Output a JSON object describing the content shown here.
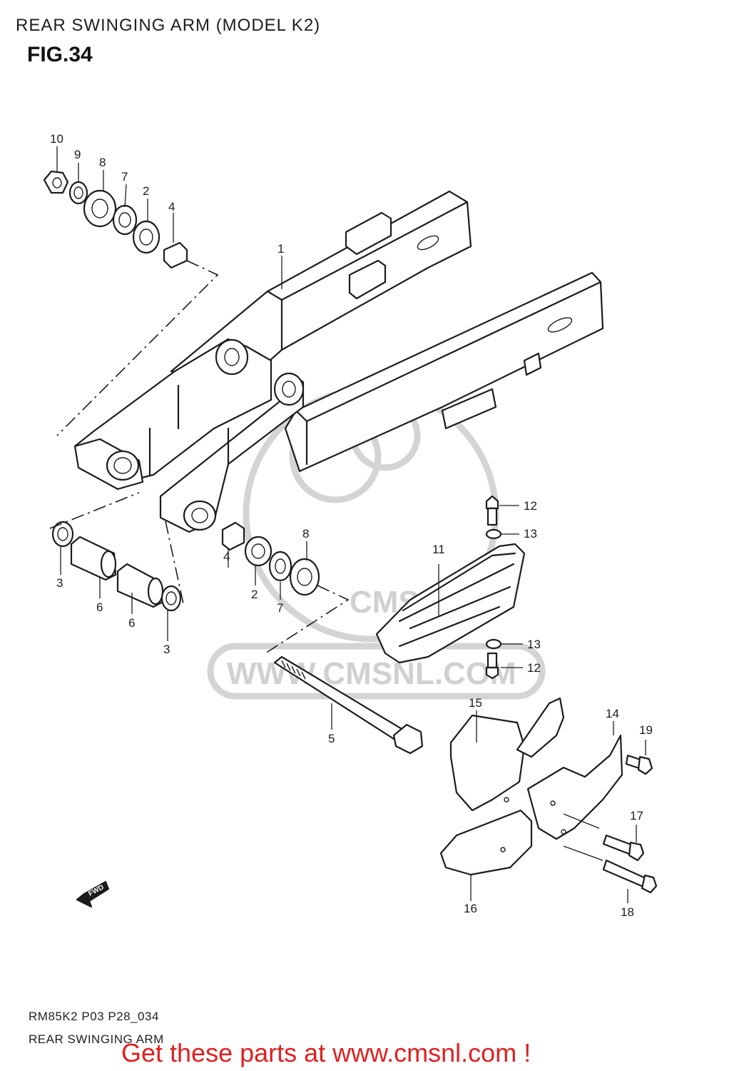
{
  "header": {
    "title": "REAR SWINGING ARM (MODEL K2)",
    "figure": "FIG.34"
  },
  "footer": {
    "model_code": "RM85K2 P03 P28_034",
    "section_name": "REAR SWINGING ARM",
    "promo": "Get these parts at www.cmsnl.com !"
  },
  "watermark": {
    "text": "WWW.CMSNL.COM",
    "logo": "CMS"
  },
  "fwd_label": "FWD",
  "parts": {
    "p1": "1",
    "p2a": "2",
    "p2b": "2",
    "p3a": "3",
    "p3b": "3",
    "p4a": "4",
    "p4b": "4",
    "p5": "5",
    "p6a": "6",
    "p6b": "6",
    "p7a": "7",
    "p7b": "7",
    "p8a": "8",
    "p8b": "8",
    "p9": "9",
    "p10": "10",
    "p11": "11",
    "p12a": "12",
    "p12b": "12",
    "p13a": "13",
    "p13b": "13",
    "p14": "14",
    "p15": "15",
    "p16": "16",
    "p17": "17",
    "p18": "18",
    "p19": "19"
  },
  "colors": {
    "promo": "#e02020",
    "line": "#1c1c1c",
    "watermark": "#d0d0d0"
  }
}
